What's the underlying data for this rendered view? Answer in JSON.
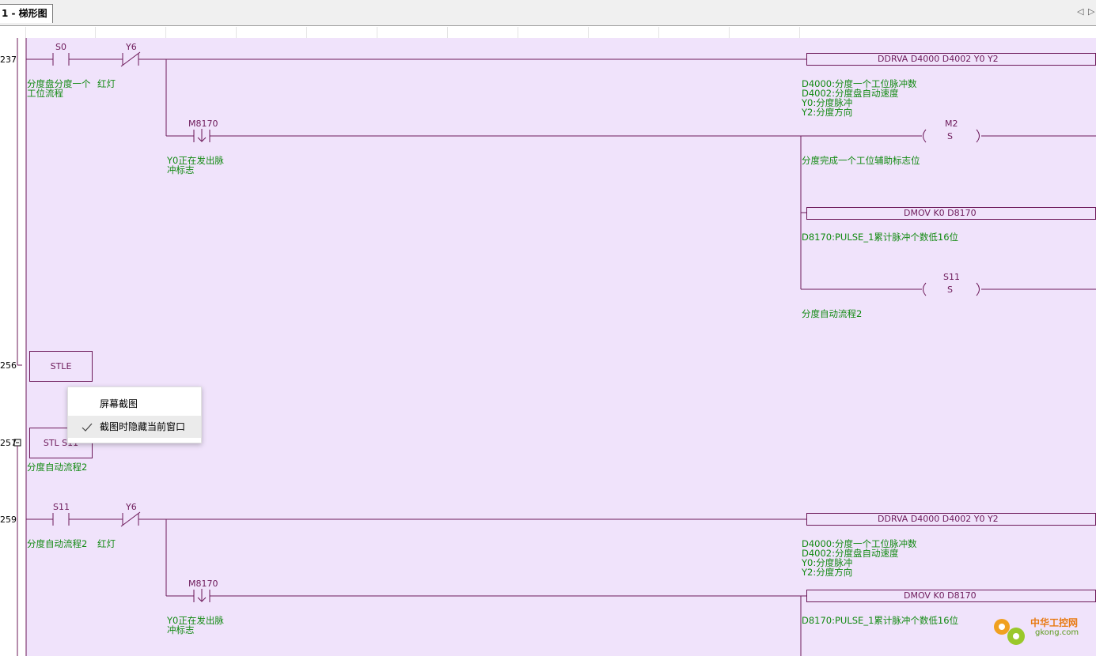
{
  "tab": {
    "title": "1 - 梯形图"
  },
  "tabnav": {
    "prev": "◁",
    "next": "▷"
  },
  "steps": [
    "237",
    "256",
    "257",
    "259"
  ],
  "rung1": {
    "contact1": "S0",
    "contact2": "Y6",
    "comment1": "分度盘分度一个\n工位流程",
    "comment2": "红灯",
    "instruction": "DDRVA  D4000   D4002    Y0          Y2",
    "instr_comments": [
      "D4000:分度一个工位脉冲数",
      "D4002:分度盘自动速度",
      "Y0:分度脉冲",
      "Y2:分度方向"
    ],
    "contact3": "M8170",
    "contact3_comment": "Y0正在发出脉\n冲标志",
    "coil1_label": "M2",
    "coil1_sub": "S",
    "coil1_comment": "分度完成一个工位辅助标志位",
    "instr2": "DMOV    K0          D8170",
    "instr2_comment": "D8170:PULSE_1累计脉冲个数低16位",
    "coil2_label": "S11",
    "coil2_sub": "S",
    "coil2_comment": "分度自动流程2"
  },
  "rung2": {
    "box": "STLE"
  },
  "rung3": {
    "box": "STL S11",
    "comment": "分度自动流程2"
  },
  "rung4": {
    "contact1": "S11",
    "contact2": "Y6",
    "comment1": "分度自动流程2",
    "comment2": "红灯",
    "instruction": "DDRVA  D4000   D4002    Y0          Y2",
    "instr_comments": [
      "D4000:分度一个工位脉冲数",
      "D4002:分度盘自动速度",
      "Y0:分度脉冲",
      "Y2:分度方向"
    ],
    "contact3": "M8170",
    "contact3_comment": "Y0正在发出脉\n冲标志",
    "instr2": "DMOV    K0          D8170",
    "instr2_comment": "D8170:PULSE_1累计脉冲个数低16位"
  },
  "context_menu": {
    "items": [
      {
        "label": "屏幕截图",
        "checked": false
      },
      {
        "label": "截图时隐藏当前窗口",
        "checked": true
      }
    ]
  },
  "watermark": {
    "line1": "中华工控网",
    "line2": "gkong.com"
  }
}
